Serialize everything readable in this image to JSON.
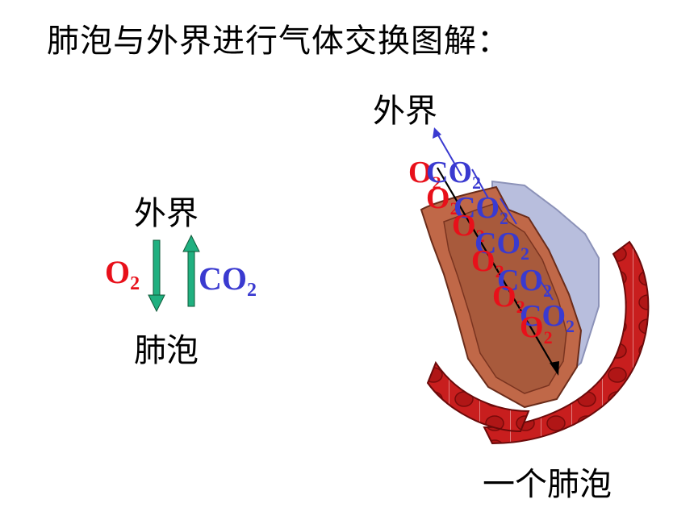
{
  "title": "肺泡与外界进行气体交换图解：",
  "left_panel": {
    "top_label": "外界",
    "bottom_label": "肺泡",
    "o2": "O",
    "o2_sub": "2",
    "co2": "CO",
    "co2_sub": "2"
  },
  "right_panel": {
    "top_label": "外界",
    "bottom_label": "一个肺泡",
    "o2": "O",
    "co2": "CO",
    "sub": "2"
  },
  "colors": {
    "o2": "#e8101a",
    "co2": "#3a3ad0",
    "arrow_green": "#20b080",
    "alveolus_fill": "#a85a3c",
    "capillary": "#c81e1e",
    "membrane": "#b8bedd"
  }
}
